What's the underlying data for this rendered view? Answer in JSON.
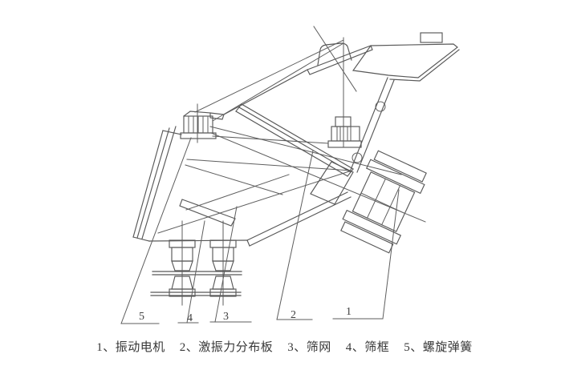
{
  "figure": {
    "type": "technical-line-drawing",
    "subject": "vibrating screen machine side view",
    "part_labels": [
      {
        "num": "5"
      },
      {
        "num": "4"
      },
      {
        "num": "3"
      },
      {
        "num": "2"
      },
      {
        "num": "1"
      }
    ],
    "caption_items": [
      {
        "text": "1、振动电机"
      },
      {
        "text": "2、激振力分布板"
      },
      {
        "text": "3、筛网"
      },
      {
        "text": "4、筛框"
      },
      {
        "text": "5、螺旋弹簧"
      }
    ]
  },
  "colors": {
    "background": "#ffffff",
    "line": "#585858",
    "label_text": "#3f3f3f",
    "caption_text": "#383838"
  }
}
